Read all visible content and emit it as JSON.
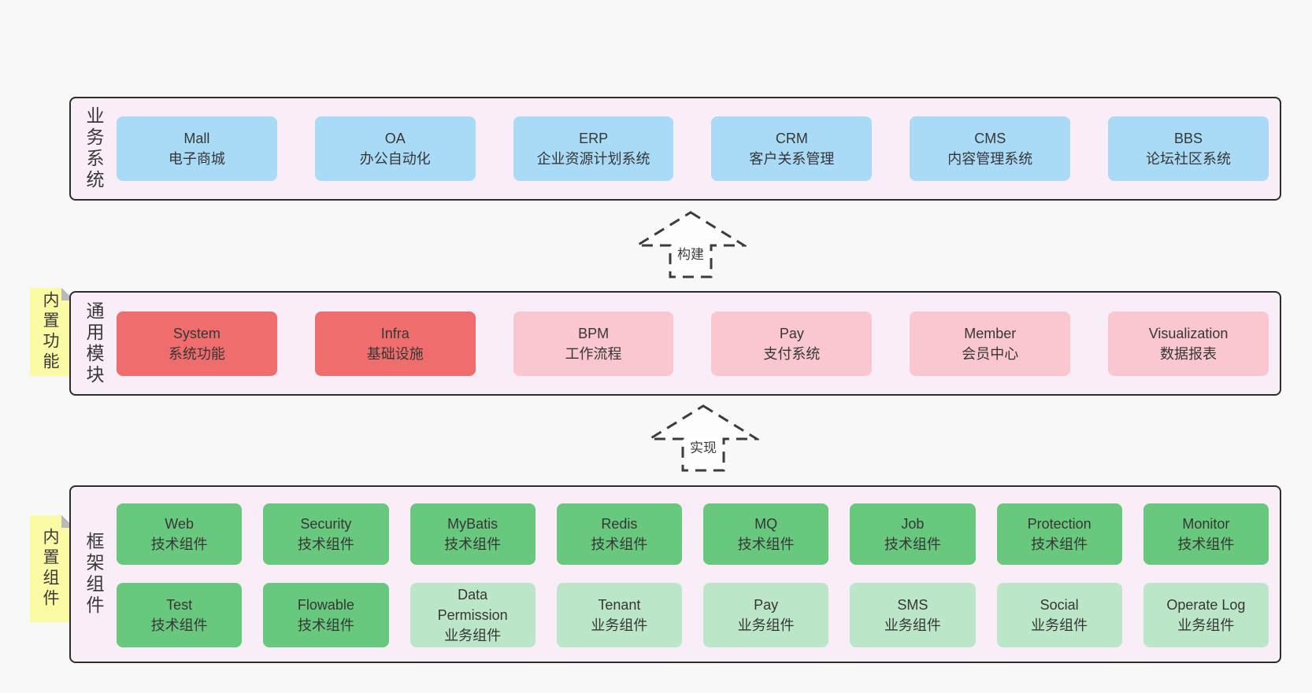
{
  "colors": {
    "page_bg": "#f8f8f8",
    "band_bg": "#f9edf8",
    "band_border": "#2d2d2d",
    "text": "#383838",
    "blue": "#a9dbf6",
    "red": "#f06d6d",
    "pink": "#fac6cf",
    "green": "#68c87d",
    "lightgreen": "#bce6c8",
    "sticky_yellow": "#fbfba6",
    "sticky_fold": "#b9b9b9",
    "arrow_stroke": "#3c3c3c"
  },
  "arrows": [
    {
      "label": "构建"
    },
    {
      "label": "实现"
    }
  ],
  "bands": [
    {
      "label": "业务系统",
      "boxes": [
        {
          "name": "Mall",
          "desc": "电子商城",
          "type": "blue"
        },
        {
          "name": "OA",
          "desc": "办公自动化",
          "type": "blue"
        },
        {
          "name": "ERP",
          "desc": "企业资源计划系统",
          "type": "blue"
        },
        {
          "name": "CRM",
          "desc": "客户关系管理",
          "type": "blue"
        },
        {
          "name": "CMS",
          "desc": "内容管理系统",
          "type": "blue"
        },
        {
          "name": "BBS",
          "desc": "论坛社区系统",
          "type": "blue"
        }
      ]
    },
    {
      "label": "通用模块",
      "sticky": "内置功能",
      "boxes": [
        {
          "name": "System",
          "desc": "系统功能",
          "type": "red"
        },
        {
          "name": "Infra",
          "desc": "基础设施",
          "type": "red"
        },
        {
          "name": "BPM",
          "desc": "工作流程",
          "type": "pink"
        },
        {
          "name": "Pay",
          "desc": "支付系统",
          "type": "pink"
        },
        {
          "name": "Member",
          "desc": "会员中心",
          "type": "pink"
        },
        {
          "name": "Visualization",
          "desc": "数据报表",
          "type": "pink"
        }
      ]
    },
    {
      "label": "框架组件",
      "sticky": "内置组件",
      "rows": [
        [
          {
            "name": "Web",
            "desc": "技术组件",
            "type": "green"
          },
          {
            "name": "Security",
            "desc": "技术组件",
            "type": "green"
          },
          {
            "name": "MyBatis",
            "desc": "技术组件",
            "type": "green"
          },
          {
            "name": "Redis",
            "desc": "技术组件",
            "type": "green"
          },
          {
            "name": "MQ",
            "desc": "技术组件",
            "type": "green"
          },
          {
            "name": "Job",
            "desc": "技术组件",
            "type": "green"
          },
          {
            "name": "Protection",
            "desc": "技术组件",
            "type": "green"
          },
          {
            "name": "Monitor",
            "desc": "技术组件",
            "type": "green"
          }
        ],
        [
          {
            "name": "Test",
            "desc": "技术组件",
            "type": "green"
          },
          {
            "name": "Flowable",
            "desc": "技术组件",
            "type": "green"
          },
          {
            "name": "Data Permission",
            "desc": "业务组件",
            "type": "lightgreen"
          },
          {
            "name": "Tenant",
            "desc": "业务组件",
            "type": "lightgreen"
          },
          {
            "name": "Pay",
            "desc": "业务组件",
            "type": "lightgreen"
          },
          {
            "name": "SMS",
            "desc": "业务组件",
            "type": "lightgreen"
          },
          {
            "name": "Social",
            "desc": "业务组件",
            "type": "lightgreen"
          },
          {
            "name": "Operate Log",
            "desc": "业务组件",
            "type": "lightgreen"
          }
        ]
      ]
    }
  ]
}
